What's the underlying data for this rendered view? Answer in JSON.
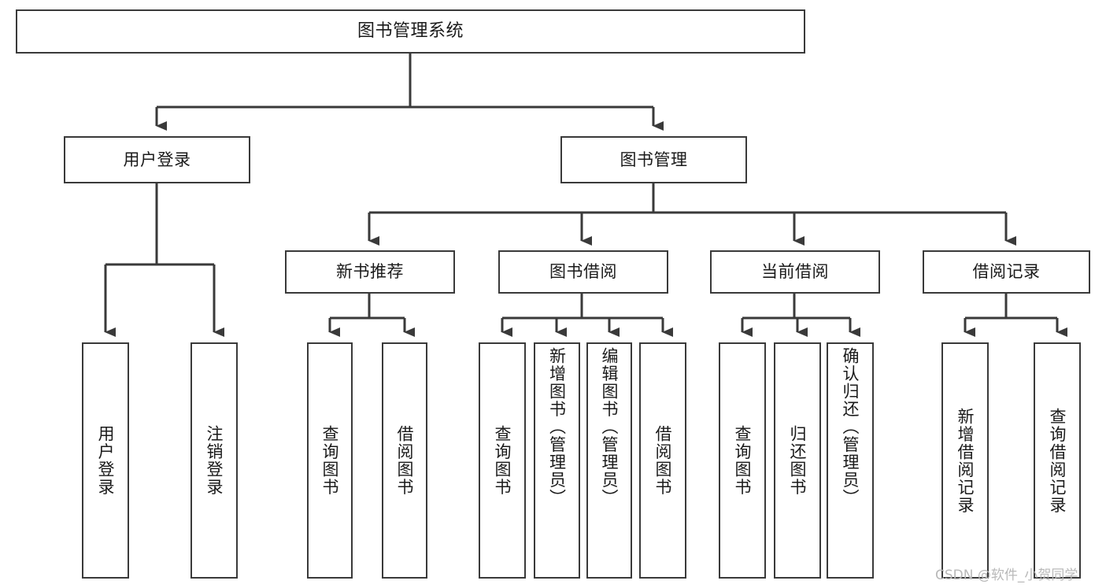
{
  "diagram": {
    "title": "图书管理系统",
    "type": "tree",
    "orientation": "top-down",
    "colors": {
      "box_border": "#3a3a3a",
      "box_fill": "#ffffff",
      "connector": "#3a3a3a",
      "text": "#1a1a1a",
      "background": "#ffffff",
      "watermark": "#b9b9b9"
    },
    "root": {
      "label": "图书管理系统"
    },
    "level2": [
      {
        "label": "用户登录"
      },
      {
        "label": "图书管理"
      }
    ],
    "level3": [
      {
        "label": "新书推荐"
      },
      {
        "label": "图书借阅"
      },
      {
        "label": "当前借阅"
      },
      {
        "label": "借阅记录"
      }
    ],
    "leaves": {
      "user_login": [
        {
          "label": "用户登录"
        },
        {
          "label": "注销登录"
        }
      ],
      "new_book_recommend": [
        {
          "label": "查询图书"
        },
        {
          "label": "借阅图书"
        }
      ],
      "book_borrow": [
        {
          "label": "查询图书"
        },
        {
          "label": "新增图书（管理员）"
        },
        {
          "label": "编辑图书（管理员）"
        },
        {
          "label": "借阅图书"
        }
      ],
      "current_borrow": [
        {
          "label": "查询图书"
        },
        {
          "label": "归还图书"
        },
        {
          "label": "确认归还（管理员）"
        }
      ],
      "borrow_record": [
        {
          "label": "新增借阅记录"
        },
        {
          "label": "查询借阅记录"
        }
      ]
    }
  },
  "watermark": {
    "text": "CSDN @软件_小贺同学"
  }
}
